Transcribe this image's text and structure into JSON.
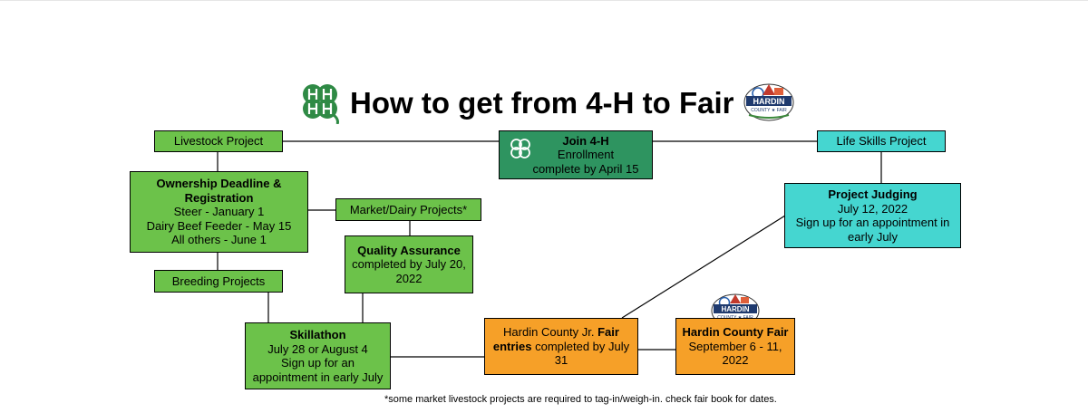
{
  "title": "How to get from 4-H to Fair",
  "icons": {
    "clover": "4-h-clover-logo",
    "fair": "hardin-county-fair-logo"
  },
  "logo_text": {
    "top": "HARDIN",
    "bottom": "COUNTY ★ FAIR"
  },
  "colors": {
    "green": "#6cc24a",
    "dark_green": "#2e9460",
    "teal": "#45d6d0",
    "orange": "#f6a028"
  },
  "boxes": {
    "livestock": {
      "label": "Livestock Project"
    },
    "join": {
      "title": "Join 4-H",
      "line1": "Enrollment",
      "line2": "complete by April 15"
    },
    "life_skills": {
      "label": "Life Skills Project"
    },
    "ownership": {
      "title": "Ownership Deadline & Registration",
      "line1": "Steer - January 1",
      "line2": "Dairy Beef Feeder - May 15",
      "line3": "All others - June 1"
    },
    "market": {
      "label": "Market/Dairy Projects*"
    },
    "qa": {
      "title": "Quality Assurance",
      "line1": "completed by July 20, 2022"
    },
    "breeding": {
      "label": "Breeding Projects"
    },
    "judging": {
      "title": "Project Judging",
      "line1": "July 12, 2022",
      "line2": "Sign up for an appointment in early July"
    },
    "skillathon": {
      "title": "Skillathon",
      "line1": "July 28 or August 4",
      "line2": "Sign up for an appointment in early July"
    },
    "entries": {
      "pre": "Hardin County Jr. ",
      "bold": "Fair entries",
      "post": " completed by July 31"
    },
    "county_fair": {
      "title": "Hardin County Fair",
      "line1": "September 6 - 11, 2022"
    }
  },
  "footnote": "*some market livestock projects are required to tag-in/weigh-in. check fair book for dates."
}
